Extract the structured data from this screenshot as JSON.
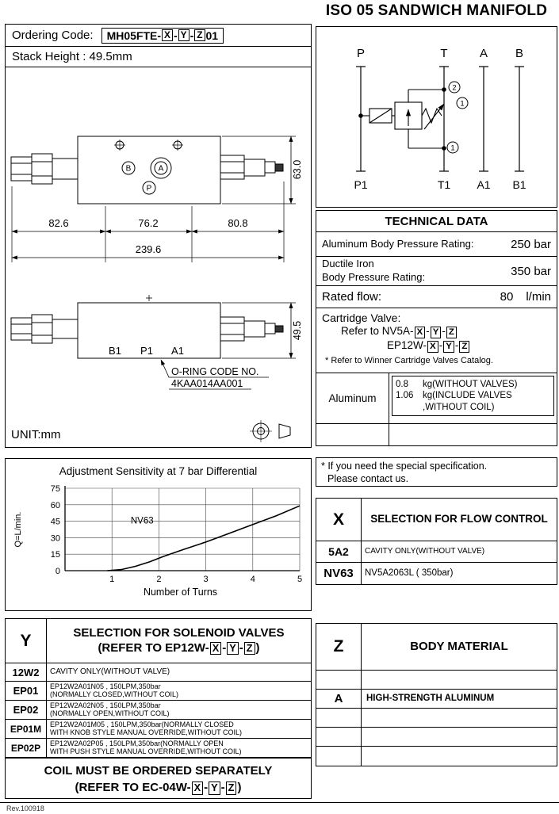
{
  "page": {
    "title": "ISO 05 SANDWICH MANIFOLD",
    "rev": "Rev.100918"
  },
  "xyz": {
    "x": "X",
    "y": "Y",
    "z": "Z",
    "sep": "-",
    "close": ")"
  },
  "ordering": {
    "label": "Ordering Code:",
    "prefix": "MH05FTE-",
    "suffix": "01",
    "stack_height": "Stack Height : 49.5mm"
  },
  "drawings": {
    "unit": "UNIT:mm",
    "top_view": {
      "port_b": "B",
      "port_a": "A",
      "port_p": "P",
      "dim_height": "63.0",
      "dim1": "82.6",
      "dim2": "76.2",
      "dim3": "80.8",
      "dim_total": "239.6"
    },
    "front_view": {
      "port_b1": "B1",
      "port_p1": "P1",
      "port_a1": "A1",
      "dim_height": "49.5",
      "oring_line1": "O-RING CODE NO.",
      "oring_line2": "4KAA014AA001"
    }
  },
  "schematic": {
    "top_ports": {
      "p": "P",
      "t": "T",
      "a": "A",
      "b": "B"
    },
    "bottom_ports": {
      "p1": "P1",
      "t1": "T1",
      "a1": "A1",
      "b1": "B1"
    },
    "item1": "1",
    "item2": "2"
  },
  "technical": {
    "title": "TECHNICAL DATA",
    "rows": {
      "aluminum_label": "Aluminum Body Pressure Rating:",
      "aluminum_value": "250 bar",
      "ductile_label1": "Ductile Iron",
      "ductile_label2": "Body Pressure Rating:",
      "ductile_value": "350 bar",
      "flow_label": "Rated flow:",
      "flow_value": "80",
      "flow_unit": "l/min"
    },
    "cartridge": {
      "line1": "Cartridge Valve:",
      "line2_prefix": "Refer to NV5A-",
      "line3_prefix": "EP12W-",
      "note": "* Refer to Winner Cartridge Valves Catalog."
    },
    "weight": {
      "material": "Aluminum",
      "rows": [
        {
          "v": "0.8",
          "t": "kg(WITHOUT VALVES)"
        },
        {
          "v": "1.06",
          "t": "kg(INCLUDE VALVES"
        },
        {
          "v": "",
          "t": ",WITHOUT COIL)"
        }
      ]
    },
    "note_line1": "* If you need the special specification.",
    "note_line2": "Please contact us."
  },
  "x_table": {
    "key": "X",
    "header": "SELECTION FOR  FLOW CONTROL",
    "rows": [
      {
        "code": "5A2",
        "desc": "CAVITY ONLY(WITHOUT VALVE)"
      },
      {
        "code": "NV63",
        "desc": "NV5A2063L ( 350bar)"
      }
    ]
  },
  "y_table": {
    "key": "Y",
    "header_line1": "SELECTION FOR SOLENOID VALVES",
    "header_line2_prefix": "(REFER TO EP12W-",
    "rows": [
      {
        "code": "12W2",
        "desc1": "CAVITY ONLY(WITHOUT VALVE)",
        "desc2": ""
      },
      {
        "code": "EP01",
        "desc1": "EP12W2A01N05 , 150LPM,350bar",
        "desc2": "(NORMALLY CLOSED,WITHOUT COIL)"
      },
      {
        "code": "EP02",
        "desc1": "EP12W2A02N05 , 150LPM,350bar",
        "desc2": "(NORMALLY OPEN,WITHOUT COIL)"
      },
      {
        "code": "EP01M",
        "desc1": "EP12W2A01M05 , 150LPM,350bar(NORMALLY CLOSED",
        "desc2": "WITH KNOB STYLE MANUAL OVERRIDE,WITHOUT COIL)"
      },
      {
        "code": "EP02P",
        "desc1": "EP12W2A02P05 , 150LPM,350bar(NORMALLY OPEN",
        "desc2": "WITH PUSH STYLE MANUAL OVERRIDE,WITHOUT COIL)"
      }
    ]
  },
  "z_table": {
    "key": "Z",
    "header": "BODY MATERIAL",
    "rows": [
      {
        "code": "",
        "desc": ""
      },
      {
        "code": "A",
        "desc": "HIGH-STRENGTH ALUMINUM"
      },
      {
        "code": "",
        "desc": ""
      },
      {
        "code": "",
        "desc": ""
      },
      {
        "code": "",
        "desc": ""
      }
    ]
  },
  "coil_note": {
    "line1": "COIL MUST BE ORDERED SEPARATELY",
    "line2_prefix": "(REFER TO EC-04W-"
  },
  "chart_data": {
    "type": "line",
    "title": "Adjustment Sensitivity at 7 bar Differential",
    "xlabel": "Number of Turns",
    "ylabel": "Q=L/min.",
    "xlim": [
      0,
      5
    ],
    "ylim": [
      0,
      75
    ],
    "xticks": [
      1,
      2,
      3,
      4,
      5
    ],
    "yticks": [
      0,
      15,
      30,
      45,
      60,
      75
    ],
    "grid": true,
    "legend": "none",
    "series": [
      {
        "name": "NV63",
        "label_xy": [
          1.4,
          43
        ],
        "points": [
          [
            0.9,
            0
          ],
          [
            1.2,
            1
          ],
          [
            1.5,
            4
          ],
          [
            1.8,
            8
          ],
          [
            2.1,
            13
          ],
          [
            2.5,
            19
          ],
          [
            3,
            26
          ],
          [
            3.5,
            34
          ],
          [
            4,
            42
          ],
          [
            4.5,
            50
          ],
          [
            5,
            59
          ]
        ]
      }
    ]
  }
}
